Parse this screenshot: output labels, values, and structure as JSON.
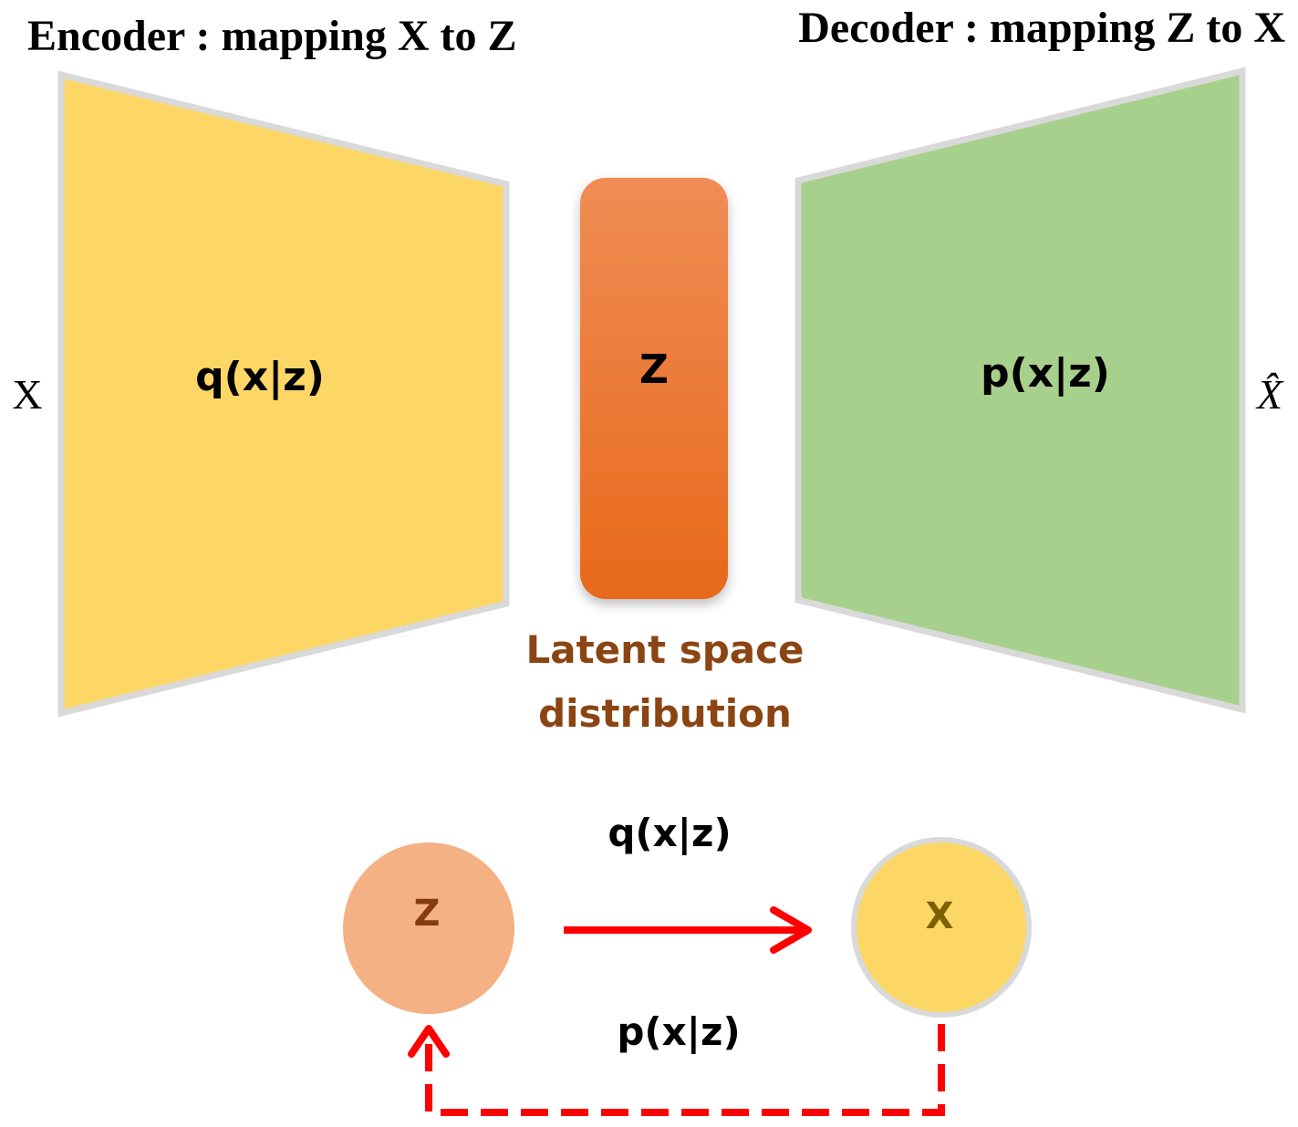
{
  "encoder": {
    "title": "Encoder : mapping X to Z",
    "label": "q(x|z)",
    "input_label": "X",
    "color": "#fdd766"
  },
  "decoder": {
    "title": "Decoder : mapping Z to X",
    "label": "p(x|z)",
    "output_label": "X̂",
    "color": "#a8d08d"
  },
  "latent": {
    "label": "Z",
    "caption_line1": "Latent space",
    "caption_line2": "distribution",
    "caption_color": "#8b4513",
    "color_top": "#f08c55",
    "color_bottom": "#e8691a"
  },
  "graph": {
    "node_z": {
      "label": "Z",
      "color": "#f4b183"
    },
    "node_x": {
      "label": "X",
      "color": "#fdd766"
    },
    "forward_label": "q(x|z)",
    "backward_label": "p(x|z)",
    "arrow_color": "#ff0000"
  }
}
